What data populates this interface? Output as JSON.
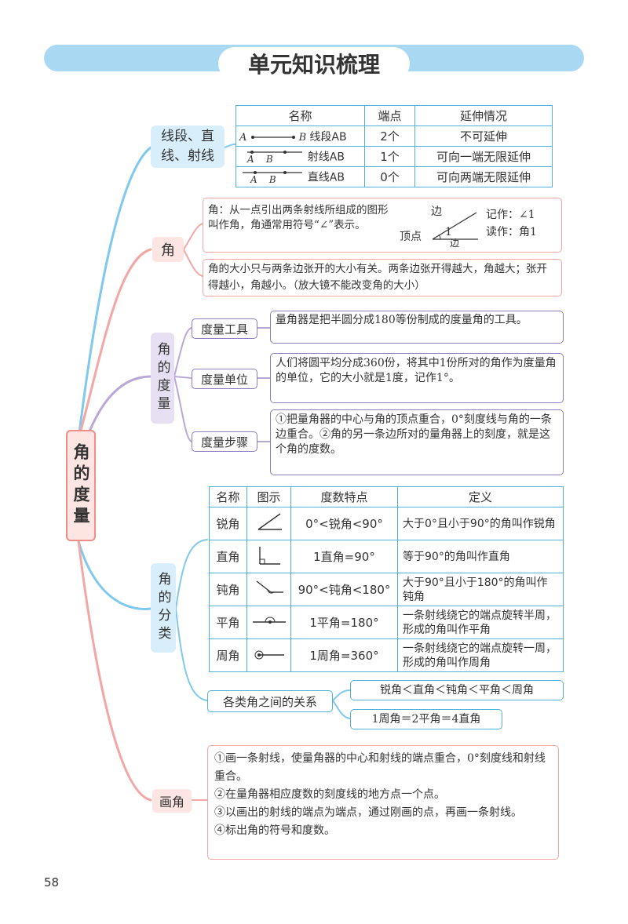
{
  "header": {
    "title": "单元知识梳理"
  },
  "root": {
    "label": "角的度量"
  },
  "lines": {
    "label": "线段、直线、射线",
    "headers": [
      "名称",
      "端点",
      "延伸情况"
    ],
    "rows": [
      {
        "name": "线段AB",
        "left_mark": "A",
        "right_mark": "B",
        "endpoints": "2个",
        "extension": "不可延伸"
      },
      {
        "name": "射线AB",
        "marks": "A    B",
        "endpoints": "1个",
        "extension": "可向一端无限延伸"
      },
      {
        "name": "直线AB",
        "marks": "A    B",
        "endpoints": "0个",
        "extension": "可向两端无限延伸"
      }
    ]
  },
  "angle": {
    "label": "角",
    "definition": "角：从一点引出两条射线所组成的图形叫作角，角通常用符号“∠”表示。",
    "figure": {
      "side_top": "边",
      "vertex": "顶点",
      "number": "1",
      "side_bottom": "边"
    },
    "notation": {
      "write": "记作：∠1",
      "read": "读作：角1"
    },
    "size_note": "角的大小只与两条边张开的大小有关。两条边张开得越大，角越大；张开得越小，角越小。（放大镜不能改变角的大小）"
  },
  "measure": {
    "label": "角的度量",
    "tool": {
      "label": "度量工具",
      "text": "量角器是把半圆分成180等份制成的度量角的工具。"
    },
    "unit": {
      "label": "度量单位",
      "text": "人们将圆平均分成360份，将其中1份所对的角作为度量角的单位，它的大小就是1度，记作1°。"
    },
    "steps": {
      "label": "度量步骤",
      "text": "①把量角器的中心与角的顶点重合，0°刻度线与角的一条边重合。②角的另一条边所对的量角器上的刻度，就是这个角的度数。"
    }
  },
  "classify": {
    "label": "角的分类",
    "headers": [
      "名称",
      "图示",
      "度数特点",
      "定义"
    ],
    "rows": [
      {
        "name": "锐角",
        "icon": "acute-angle-icon",
        "feature": "0°<锐角<90°",
        "definition": "大于0°且小于90°的角叫作锐角"
      },
      {
        "name": "直角",
        "icon": "right-angle-icon",
        "feature": "1直角=90°",
        "definition": "等于90°的角叫作直角"
      },
      {
        "name": "钝角",
        "icon": "obtuse-angle-icon",
        "feature": "90°<钝角<180°",
        "definition": "大于90°且小于180°的角叫作钝角"
      },
      {
        "name": "平角",
        "icon": "straight-angle-icon",
        "feature": "1平角=180°",
        "definition": "一条射线绕它的端点旋转半周，形成的角叫作平角"
      },
      {
        "name": "周角",
        "icon": "full-angle-icon",
        "feature": "1周角=360°",
        "definition": "一条射线绕它的端点旋转一周，形成的角叫作周角"
      }
    ],
    "relation": {
      "label": "各类角之间的关系",
      "order": "锐角＜直角＜钝角＜平角＜周角",
      "equation": "1周角＝2平角＝4直角"
    }
  },
  "draw": {
    "label": "画角",
    "steps": [
      "①画一条射线，使量角器的中心和射线的端点重合，0°刻度线和射线重合。",
      "②在量角器相应度数的刻度线的地方点一个点。",
      "③以画出的射线的端点为端点，通过刚画的点，再画一条射线。",
      "④标出角的符号和度数。"
    ]
  },
  "page_number": "58"
}
